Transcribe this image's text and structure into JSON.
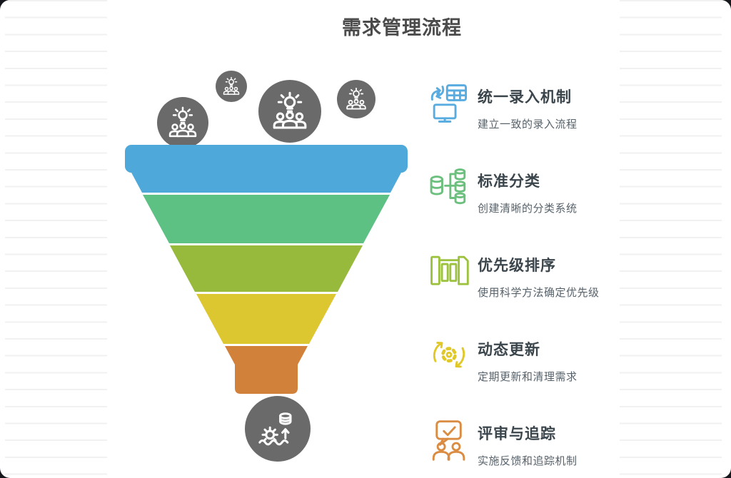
{
  "page": {
    "title": "需求管理流程"
  },
  "steps": [
    {
      "title": "统一录入机制",
      "desc": "建立一致的录入流程",
      "icon": "monitor-table-sync-icon",
      "accent": "#58ace0",
      "funnel_color": "#4fa8da"
    },
    {
      "title": "标准分类",
      "desc": "创建清晰的分类系统",
      "icon": "database-tree-icon",
      "accent": "#6cc07e",
      "funnel_color": "#5dc184"
    },
    {
      "title": "优先级排序",
      "desc": "使用科学方法确定优先级",
      "icon": "priority-bars-icon",
      "accent": "#9dc240",
      "funnel_color": "#97ba3d"
    },
    {
      "title": "动态更新",
      "desc": "定期更新和清理需求",
      "icon": "gear-refresh-icon",
      "accent": "#e0c829",
      "funnel_color": "#ddc730"
    },
    {
      "title": "评审与追踪",
      "desc": "实施反馈和追踪机制",
      "icon": "review-people-icon",
      "accent": "#d98c42",
      "funnel_color": "#d2813a"
    }
  ],
  "funnel": {
    "type": "funnel",
    "levels": 5,
    "orientation": "top-wide",
    "stage_colors": [
      "#4fa8da",
      "#5dc184",
      "#97ba3d",
      "#ddc730",
      "#d2813a"
    ]
  },
  "decor": {
    "circle_color": "#6a6a6a",
    "icon_stroke": "#ffffff",
    "top_circles": {
      "count": 4,
      "icon": "idea-brainstorm-icon"
    },
    "output_circle": {
      "icon": "process-output-icon"
    }
  }
}
